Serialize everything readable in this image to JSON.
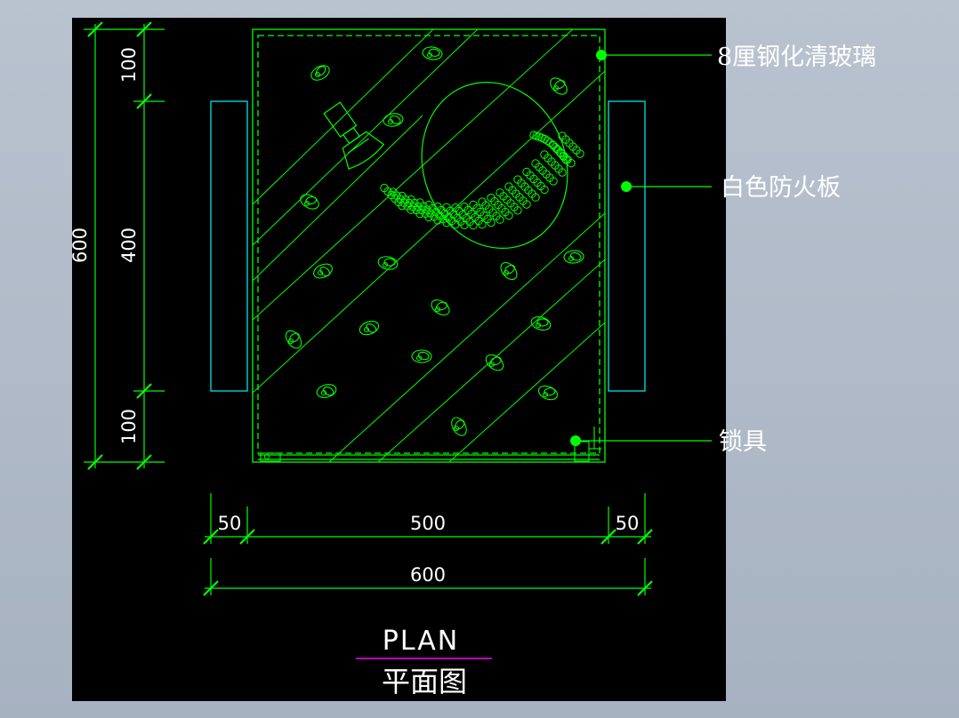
{
  "dimensions": {
    "left_outer": "600",
    "left_top": "100",
    "left_middle": "400",
    "left_bottom": "100",
    "bottom_left": "50",
    "bottom_middle": "500",
    "bottom_right": "50",
    "bottom_total": "600"
  },
  "callouts": {
    "glass": "8厘钢化清玻璃",
    "panel": "白色防火板",
    "lock": "锁具"
  },
  "title": {
    "en": "PLAN",
    "zh": "平面图"
  },
  "colors": {
    "line": "#00ff00",
    "panel": "#00e5e5",
    "underline": "#ff00ff",
    "text": "#ffffff",
    "background": "#000000"
  }
}
